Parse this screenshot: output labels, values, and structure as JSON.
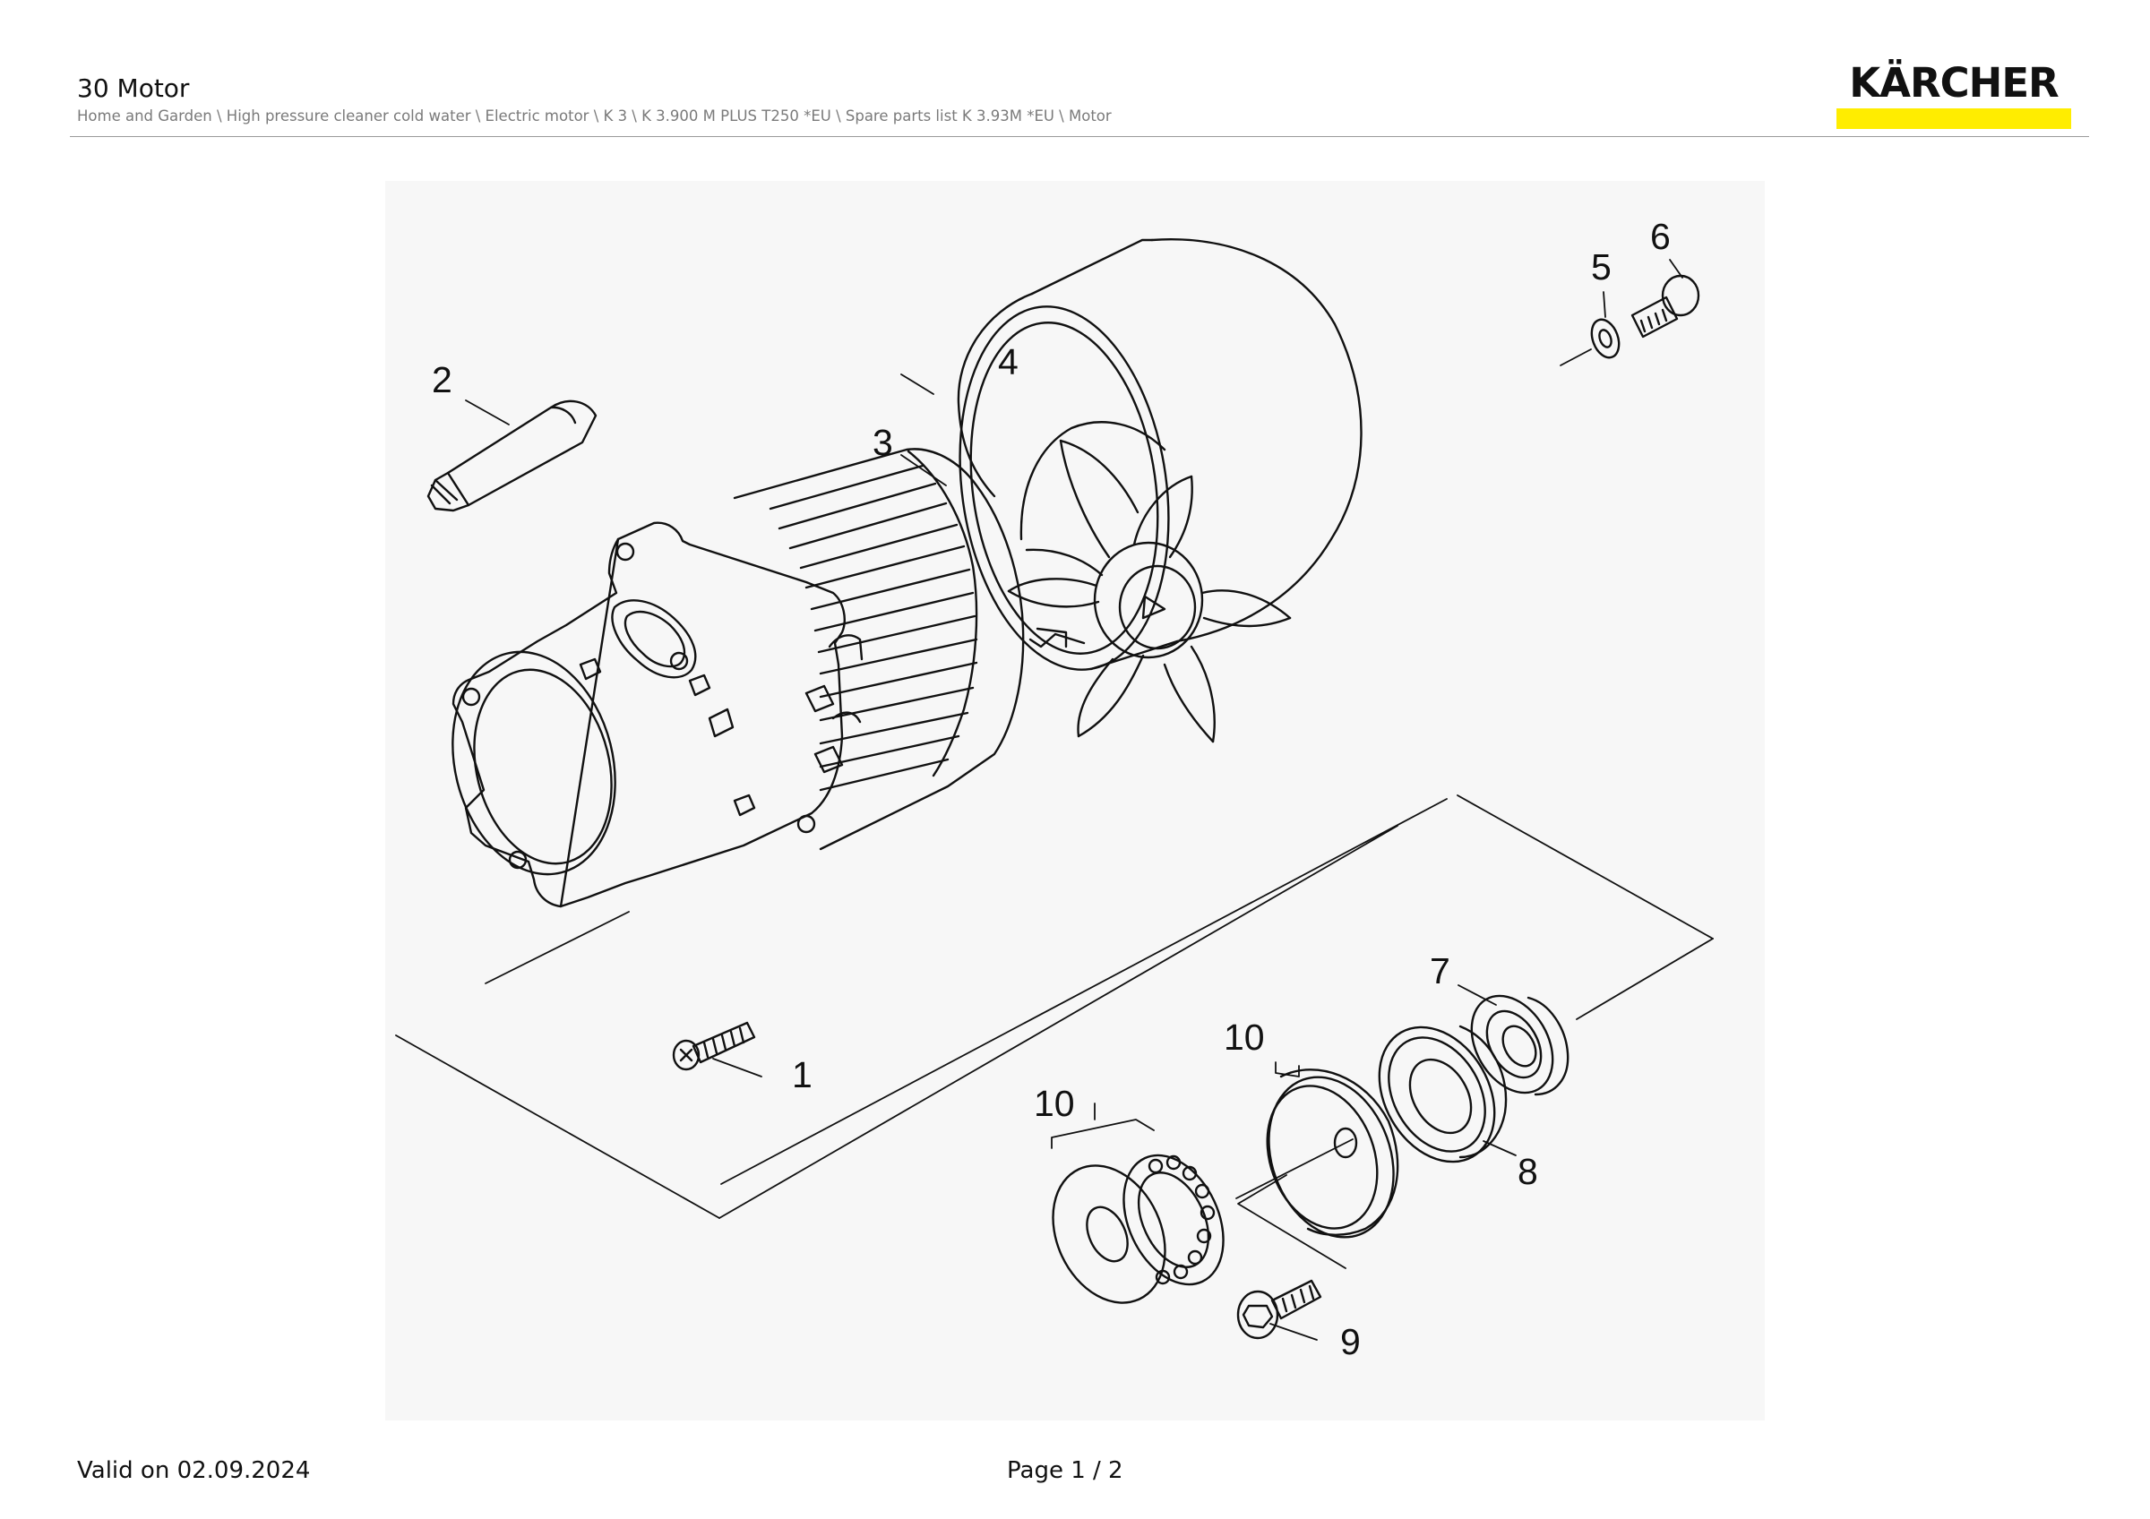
{
  "header": {
    "title": "30 Motor",
    "breadcrumb": "Home and Garden \\ High pressure cleaner cold water \\ Electric motor \\ K 3 \\ K 3.900 M PLUS T250 *EU \\ Spare parts list K 3.93M *EU \\ Motor",
    "logo_text": "KÄRCHER",
    "logo_bar_color": "#ffed00"
  },
  "diagram": {
    "background_color": "#f7f7f7",
    "callouts": [
      "1",
      "2",
      "3",
      "4",
      "5",
      "6",
      "7",
      "8",
      "9",
      "10",
      "10"
    ]
  },
  "footer": {
    "valid_on": "Valid on 02.09.2024",
    "page": "Page 1 / 2"
  }
}
